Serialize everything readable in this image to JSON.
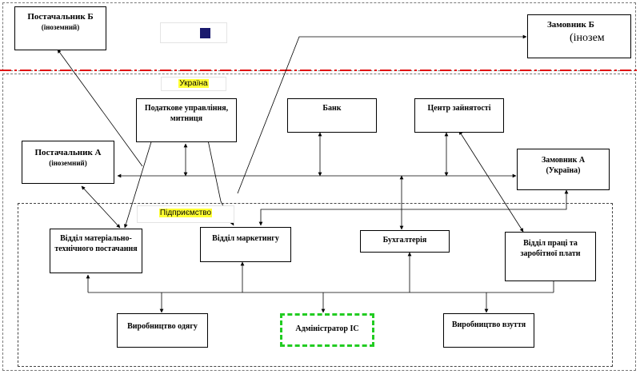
{
  "suppliers": {
    "b_name": "Постачальник Б",
    "b_note": "(іноземний)",
    "a_name": "Постачальник А",
    "a_note": "(іноземний)"
  },
  "customers": {
    "b_name": "Замовник Б",
    "b_note": "(інозем",
    "a_name": "Замовник А",
    "a_note": "(Україна)"
  },
  "institutions": {
    "tax": "Податкове управління, митниця",
    "bank": "Банк",
    "employment": "Центр зайнятості"
  },
  "zones": {
    "ukraine": "Україна",
    "enterprise": "Підприємство"
  },
  "departments": {
    "supply": "Відділ матеріально-технічного постачання",
    "marketing": "Відділ маркетингу",
    "accounting": "Бухгалтерія",
    "labor": "Відділ праці та заробітної плати",
    "clothing": "Виробництво одягу",
    "admin": "Адміністратор ІС",
    "footwear": "Виробництво взуття"
  },
  "colors": {
    "border_line": "#e01010",
    "admin_border": "#22cc22",
    "highlight": "#ffff33",
    "legend_square": "#1a1a6e"
  }
}
